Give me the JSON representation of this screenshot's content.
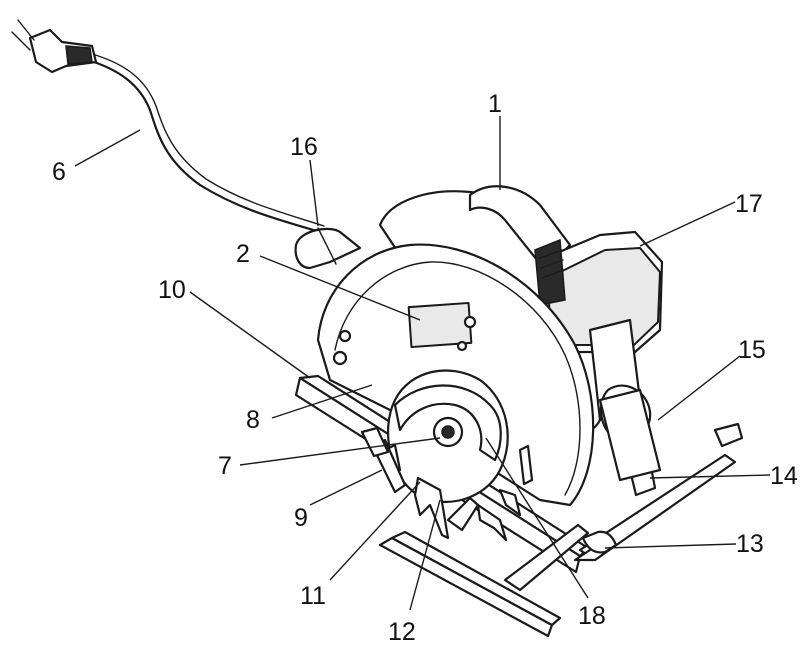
{
  "callouts": [
    {
      "label": "1"
    },
    {
      "label": "16"
    },
    {
      "label": "6"
    },
    {
      "label": "17"
    },
    {
      "label": "2"
    },
    {
      "label": "10"
    },
    {
      "label": "15"
    },
    {
      "label": "8"
    },
    {
      "label": "7"
    },
    {
      "label": "14"
    },
    {
      "label": "9"
    },
    {
      "label": "13"
    },
    {
      "label": "11"
    },
    {
      "label": "18"
    },
    {
      "label": "12"
    }
  ]
}
